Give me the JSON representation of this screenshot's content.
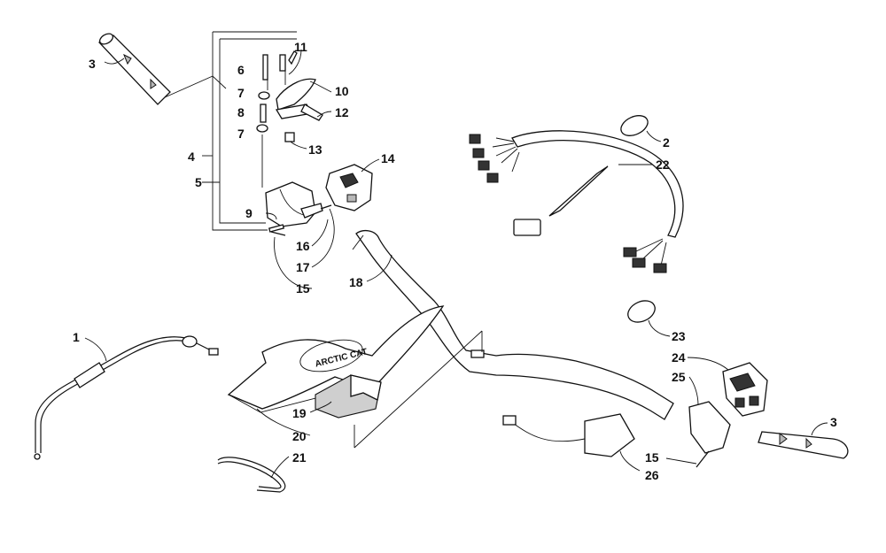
{
  "callouts": {
    "c1": "1",
    "c2": "2",
    "c3a": "3",
    "c3b": "3",
    "c4": "4",
    "c5": "5",
    "c6": "6",
    "c7a": "7",
    "c7b": "7",
    "c8": "8",
    "c9": "9",
    "c10": "10",
    "c11": "11",
    "c12": "12",
    "c13": "13",
    "c14": "14",
    "c15a": "15",
    "c15b": "15",
    "c16": "16",
    "c17": "17",
    "c18": "18",
    "c19": "19",
    "c20": "20",
    "c21": "21",
    "c22": "22",
    "c23": "23",
    "c24": "24",
    "c25": "25",
    "c26": "26"
  },
  "pad_logo": "ARCTIC CAT",
  "colors": {
    "line": "#111111",
    "shade": "#b8b8b8",
    "foam": "#cfcfcf"
  }
}
